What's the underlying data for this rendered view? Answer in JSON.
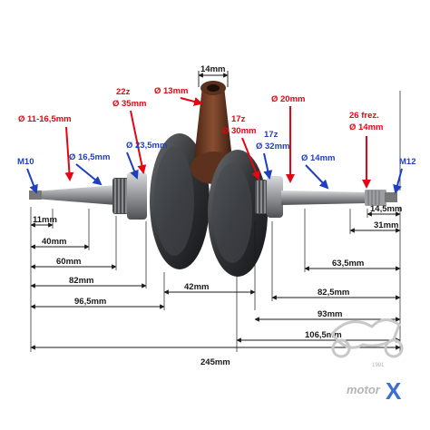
{
  "colors": {
    "red_label": "#e30613",
    "blue_label": "#1f3fbf",
    "dim_line": "#1a1a1a",
    "shaft_steel": "#8d8f92",
    "flywheel_dark": "#2a2c2e",
    "rod_bronze": "#6a3a24"
  },
  "top_dims": {
    "rod_width": "14mm",
    "small_end": "Ø 13mm",
    "big_end_z": "22z",
    "big_end_d": "Ø 35mm",
    "left_taper": "Ø 11-16,5mm",
    "left_shaft": "Ø 16,5mm",
    "left_bearing": "Ø 23,5mm",
    "right_17z": "17z",
    "right_30": "Ø 30mm",
    "right_20": "Ø 20mm",
    "right_17z_2": "17z",
    "right_32": "Ø 32mm",
    "right_14": "Ø 14mm",
    "spline_frez": "26 frez.",
    "spline_d": "Ø 14mm",
    "thread_left": "M10",
    "thread_right": "M12"
  },
  "left_dims": [
    "11mm",
    "40mm",
    "60mm",
    "82mm",
    "96,5mm"
  ],
  "center_dim": "42mm",
  "right_dims": [
    "14,5mm",
    "31mm",
    "63,5mm",
    "82,5mm",
    "93mm",
    "106,5mm"
  ],
  "total_dim": "245mm",
  "brand": {
    "logo_text": "motor",
    "logo_mark": "X",
    "year": "1991"
  }
}
